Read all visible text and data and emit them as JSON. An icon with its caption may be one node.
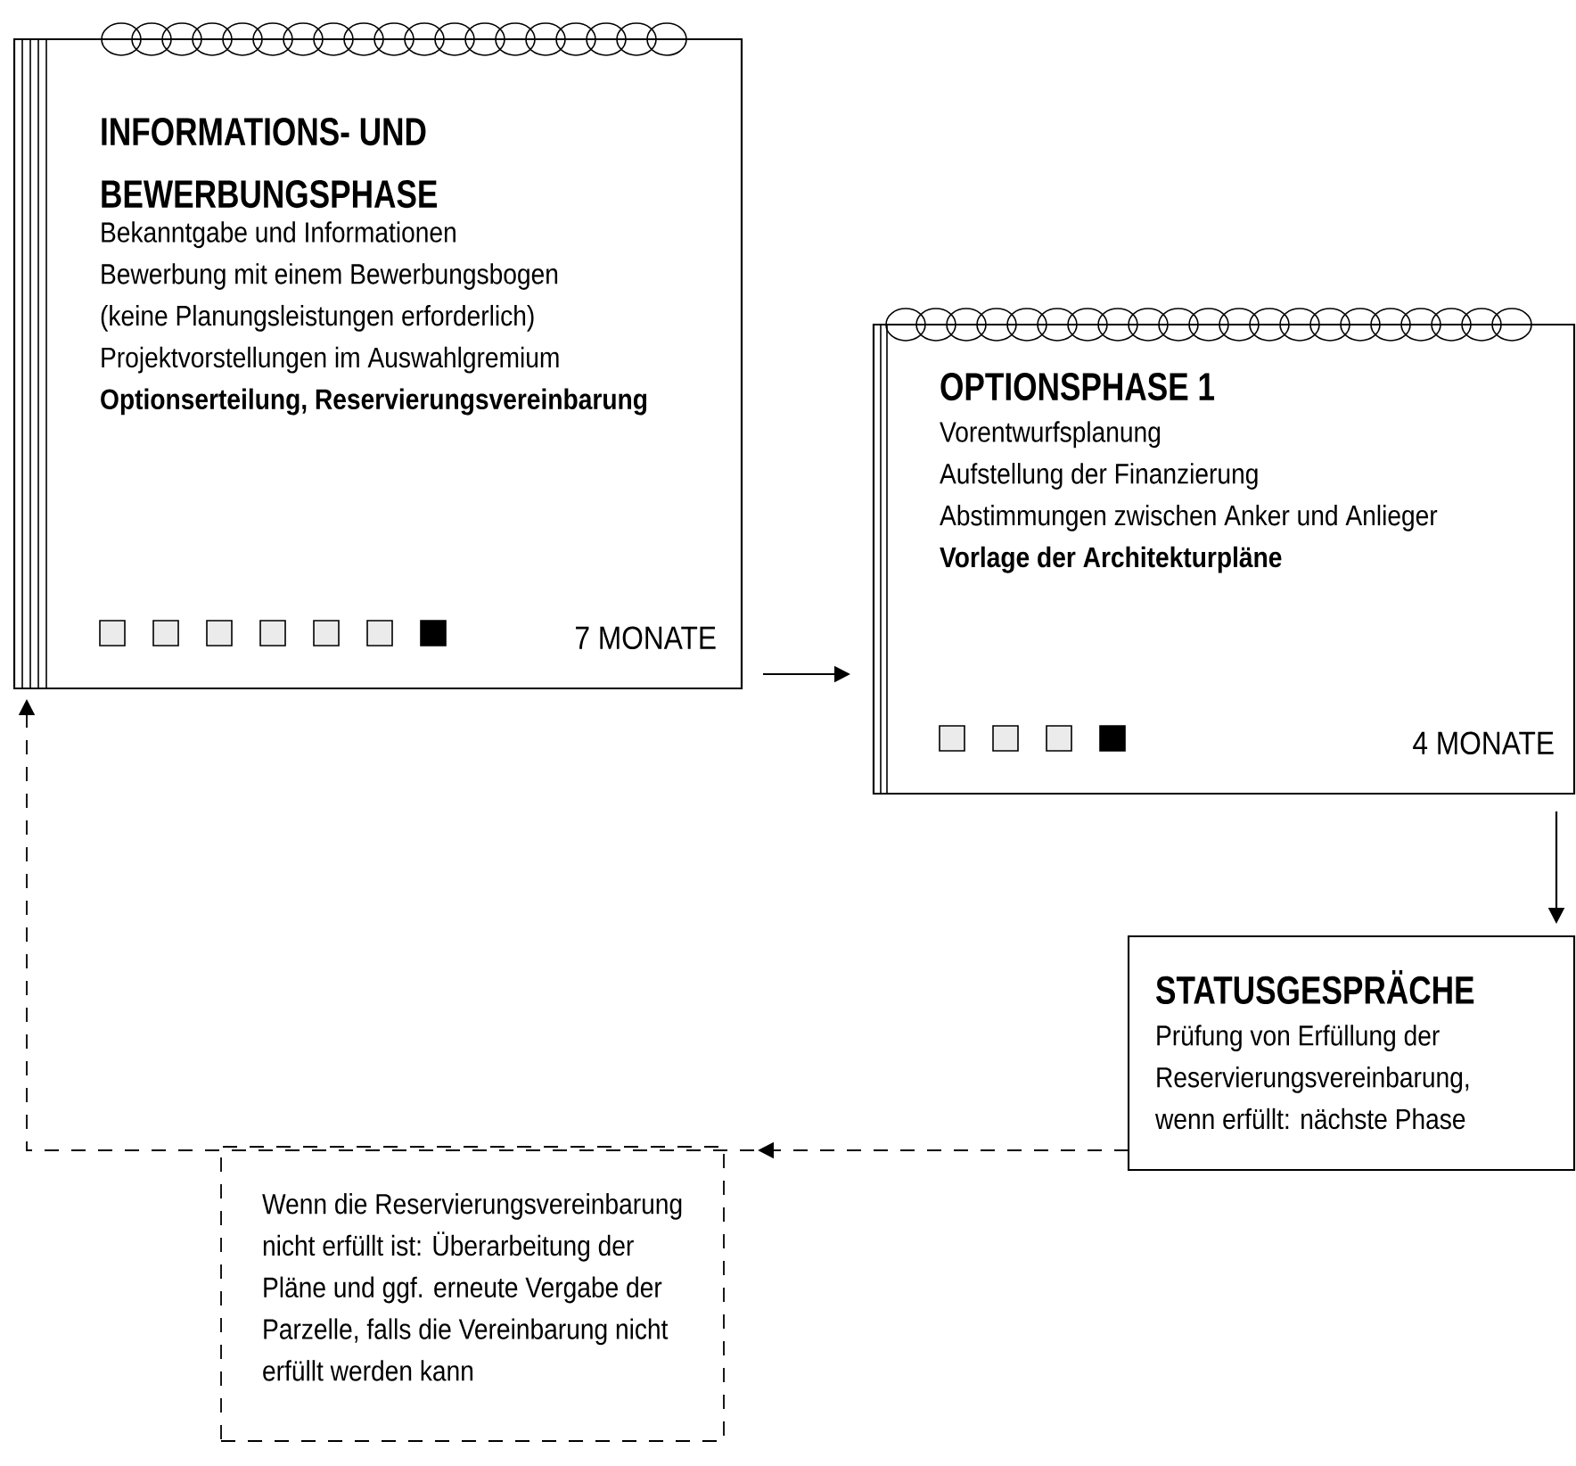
{
  "diagram": {
    "nodes": [
      {
        "text": [
          "INFORMATIONS- UND BEWERBUNGSPHASE",
          "Bekanntgabe und Informationen",
          "Bewerbung mit einem Bewerbungsbogen",
          "(keine Planungsleistungen erforderlich)",
          "Projektvorstellungen im Auswahlgremium",
          "Optionserteilung, Reservierungsvereinbarung",
          "7 MONATE"
        ]
      },
      {
        "text": [
          "OPTIONSPHASE 1",
          "Vorentwurfsplanung",
          "Aufstellung der Finanzierung",
          "Abstimmungen zwischen Anker und Anlieger",
          "Vorlage der Architekturpläne",
          "4 MONATE"
        ]
      },
      {
        "text": [
          "STATUSGESPRÄCHE",
          "Prüfung von Erfüllung der Reservierungsvereinbarung, wenn erfüllt: nächste Phase"
        ]
      },
      {
        "text": [
          "Wenn die Reservierungsvereinbarung nicht erfüllt ist: Überarbeitung der Pläne und ggf. erneute Vergabe der Parzelle, falls die Vereinbarung nicht erfüllt werden kann"
        ]
      }
    ],
    "edges": [
      {
        "from": 0,
        "to": 1,
        "arrow": "to"
      },
      {
        "from": 1,
        "to": 2,
        "arrow": "to"
      },
      {
        "from": 2,
        "to": 0,
        "arrow": "to",
        "style": "dashed"
      }
    ]
  }
}
